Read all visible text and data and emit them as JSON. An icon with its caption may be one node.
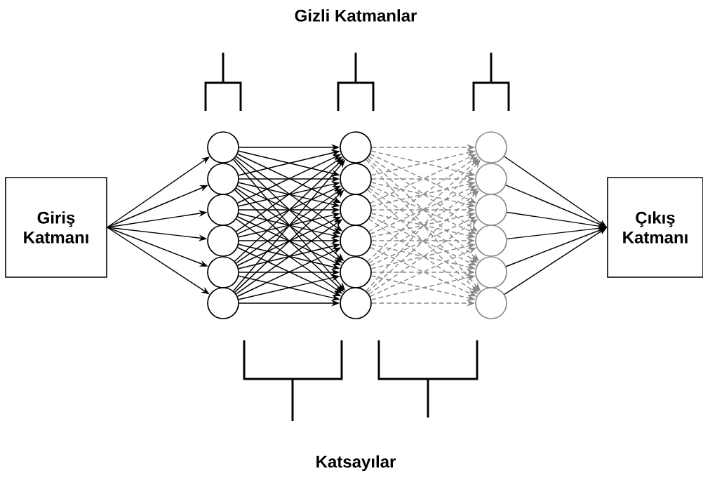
{
  "diagram": {
    "nodes": [
      {
        "text": [
          "Giriş Katmanı"
        ]
      },
      {
        "text": [],
        "shape": "circle"
      },
      {
        "text": [],
        "shape": "circle"
      },
      {
        "text": [],
        "shape": "circle"
      },
      {
        "text": [],
        "shape": "circle"
      },
      {
        "text": [],
        "shape": "circle"
      },
      {
        "text": [],
        "shape": "circle"
      },
      {
        "text": [],
        "shape": "circle"
      },
      {
        "text": [],
        "shape": "circle"
      },
      {
        "text": [],
        "shape": "circle"
      },
      {
        "text": [],
        "shape": "circle"
      },
      {
        "text": [],
        "shape": "circle"
      },
      {
        "text": [],
        "shape": "circle"
      },
      {
        "text": [],
        "shape": "circle"
      },
      {
        "text": [],
        "shape": "circle"
      },
      {
        "text": [],
        "shape": "circle"
      },
      {
        "text": [],
        "shape": "circle"
      },
      {
        "text": [],
        "shape": "circle"
      },
      {
        "text": [],
        "shape": "circle"
      },
      {
        "text": [
          "Çıkış Katmanı"
        ]
      }
    ],
    "edges": [
      {
        "from": 0,
        "to": 1,
        "arrow": "to"
      },
      {
        "from": 0,
        "to": 2,
        "arrow": "to"
      },
      {
        "from": 0,
        "to": 3,
        "arrow": "to"
      },
      {
        "from": 0,
        "to": 4,
        "arrow": "to"
      },
      {
        "from": 0,
        "to": 5,
        "arrow": "to"
      },
      {
        "from": 0,
        "to": 6,
        "arrow": "to"
      },
      {
        "from": 1,
        "to": 7,
        "arrow": "to"
      },
      {
        "from": 1,
        "to": 8,
        "arrow": "to"
      },
      {
        "from": 1,
        "to": 9,
        "arrow": "to"
      },
      {
        "from": 1,
        "to": 10,
        "arrow": "to"
      },
      {
        "from": 1,
        "to": 11,
        "arrow": "to"
      },
      {
        "from": 1,
        "to": 12,
        "arrow": "to"
      },
      {
        "from": 2,
        "to": 7,
        "arrow": "to"
      },
      {
        "from": 2,
        "to": 8,
        "arrow": "to"
      },
      {
        "from": 2,
        "to": 9,
        "arrow": "to"
      },
      {
        "from": 2,
        "to": 10,
        "arrow": "to"
      },
      {
        "from": 2,
        "to": 11,
        "arrow": "to"
      },
      {
        "from": 2,
        "to": 12,
        "arrow": "to"
      },
      {
        "from": 3,
        "to": 7,
        "arrow": "to"
      },
      {
        "from": 3,
        "to": 8,
        "arrow": "to"
      },
      {
        "from": 3,
        "to": 9,
        "arrow": "to"
      },
      {
        "from": 3,
        "to": 10,
        "arrow": "to"
      },
      {
        "from": 3,
        "to": 11,
        "arrow": "to"
      },
      {
        "from": 3,
        "to": 12,
        "arrow": "to"
      },
      {
        "from": 4,
        "to": 7,
        "arrow": "to"
      },
      {
        "from": 4,
        "to": 8,
        "arrow": "to"
      },
      {
        "from": 4,
        "to": 9,
        "arrow": "to"
      },
      {
        "from": 4,
        "to": 10,
        "arrow": "to"
      },
      {
        "from": 4,
        "to": 11,
        "arrow": "to"
      },
      {
        "from": 4,
        "to": 12,
        "arrow": "to"
      },
      {
        "from": 5,
        "to": 7,
        "arrow": "to"
      },
      {
        "from": 5,
        "to": 8,
        "arrow": "to"
      },
      {
        "from": 5,
        "to": 9,
        "arrow": "to"
      },
      {
        "from": 5,
        "to": 10,
        "arrow": "to"
      },
      {
        "from": 5,
        "to": 11,
        "arrow": "to"
      },
      {
        "from": 5,
        "to": 12,
        "arrow": "to"
      },
      {
        "from": 6,
        "to": 7,
        "arrow": "to"
      },
      {
        "from": 6,
        "to": 8,
        "arrow": "to"
      },
      {
        "from": 6,
        "to": 9,
        "arrow": "to"
      },
      {
        "from": 6,
        "to": 10,
        "arrow": "to"
      },
      {
        "from": 6,
        "to": 11,
        "arrow": "to"
      },
      {
        "from": 6,
        "to": 12,
        "arrow": "to"
      },
      {
        "from": 7,
        "to": 13,
        "arrow": "to",
        "style": "dashed",
        "color": "#888888"
      },
      {
        "from": 7,
        "to": 14,
        "arrow": "to",
        "style": "dashed",
        "color": "#888888"
      },
      {
        "from": 7,
        "to": 15,
        "arrow": "to",
        "style": "dashed",
        "color": "#888888"
      },
      {
        "from": 7,
        "to": 16,
        "arrow": "to",
        "style": "dashed",
        "color": "#888888"
      },
      {
        "from": 7,
        "to": 17,
        "arrow": "to",
        "style": "dashed",
        "color": "#888888"
      },
      {
        "from": 7,
        "to": 18,
        "arrow": "to",
        "style": "dashed",
        "color": "#888888"
      },
      {
        "from": 8,
        "to": 13,
        "arrow": "to",
        "style": "dashed",
        "color": "#888888"
      },
      {
        "from": 8,
        "to": 14,
        "arrow": "to",
        "style": "dashed",
        "color": "#888888"
      },
      {
        "from": 8,
        "to": 15,
        "arrow": "to",
        "style": "dashed",
        "color": "#888888"
      },
      {
        "from": 8,
        "to": 16,
        "arrow": "to",
        "style": "dashed",
        "color": "#888888"
      },
      {
        "from": 8,
        "to": 17,
        "arrow": "to",
        "style": "dashed",
        "color": "#888888"
      },
      {
        "from": 8,
        "to": 18,
        "arrow": "to",
        "style": "dashed",
        "color": "#888888"
      },
      {
        "from": 9,
        "to": 13,
        "arrow": "to",
        "style": "dashed",
        "color": "#888888"
      },
      {
        "from": 9,
        "to": 14,
        "arrow": "to",
        "style": "dashed",
        "color": "#888888"
      },
      {
        "from": 9,
        "to": 15,
        "arrow": "to",
        "style": "dashed",
        "color": "#888888"
      },
      {
        "from": 9,
        "to": 16,
        "arrow": "to",
        "style": "dashed",
        "color": "#888888"
      },
      {
        "from": 9,
        "to": 17,
        "arrow": "to",
        "style": "dashed",
        "color": "#888888"
      },
      {
        "from": 9,
        "to": 18,
        "arrow": "to",
        "style": "dashed",
        "color": "#888888"
      },
      {
        "from": 10,
        "to": 13,
        "arrow": "to",
        "style": "dashed",
        "color": "#888888"
      },
      {
        "from": 10,
        "to": 14,
        "arrow": "to",
        "style": "dashed",
        "color": "#888888"
      },
      {
        "from": 10,
        "to": 15,
        "arrow": "to",
        "style": "dashed",
        "color": "#888888"
      },
      {
        "from": 10,
        "to": 16,
        "arrow": "to",
        "style": "dashed",
        "color": "#888888"
      },
      {
        "from": 10,
        "to": 17,
        "arrow": "to",
        "style": "dashed",
        "color": "#888888"
      },
      {
        "from": 10,
        "to": 18,
        "arrow": "to",
        "style": "dashed",
        "color": "#888888"
      },
      {
        "from": 11,
        "to": 13,
        "arrow": "to",
        "style": "dashed",
        "color": "#888888"
      },
      {
        "from": 11,
        "to": 14,
        "arrow": "to",
        "style": "dashed",
        "color": "#888888"
      },
      {
        "from": 11,
        "to": 15,
        "arrow": "to",
        "style": "dashed",
        "color": "#888888"
      },
      {
        "from": 11,
        "to": 16,
        "arrow": "to",
        "style": "dashed",
        "color": "#888888"
      },
      {
        "from": 11,
        "to": 17,
        "arrow": "to",
        "style": "dashed",
        "color": "#888888"
      },
      {
        "from": 11,
        "to": 18,
        "arrow": "to",
        "style": "dashed",
        "color": "#888888"
      },
      {
        "from": 12,
        "to": 13,
        "arrow": "to",
        "style": "dashed",
        "color": "#888888"
      },
      {
        "from": 12,
        "to": 14,
        "arrow": "to",
        "style": "dashed",
        "color": "#888888"
      },
      {
        "from": 12,
        "to": 15,
        "arrow": "to",
        "style": "dashed",
        "color": "#888888"
      },
      {
        "from": 12,
        "to": 16,
        "arrow": "to",
        "style": "dashed",
        "color": "#888888"
      },
      {
        "from": 12,
        "to": 17,
        "arrow": "to",
        "style": "dashed",
        "color": "#888888"
      },
      {
        "from": 12,
        "to": 18,
        "arrow": "to",
        "style": "dashed",
        "color": "#888888"
      },
      {
        "from": 13,
        "to": 19,
        "arrow": "to"
      },
      {
        "from": 14,
        "to": 19,
        "arrow": "to"
      },
      {
        "from": 15,
        "to": 19,
        "arrow": "to"
      },
      {
        "from": 16,
        "to": 19,
        "arrow": "to"
      },
      {
        "from": 17,
        "to": 19,
        "arrow": "to"
      },
      {
        "from": 18,
        "to": 19,
        "arrow": "to"
      }
    ],
    "labels": [
      "Gizli Katmanlar",
      "Katsayılar"
    ]
  }
}
